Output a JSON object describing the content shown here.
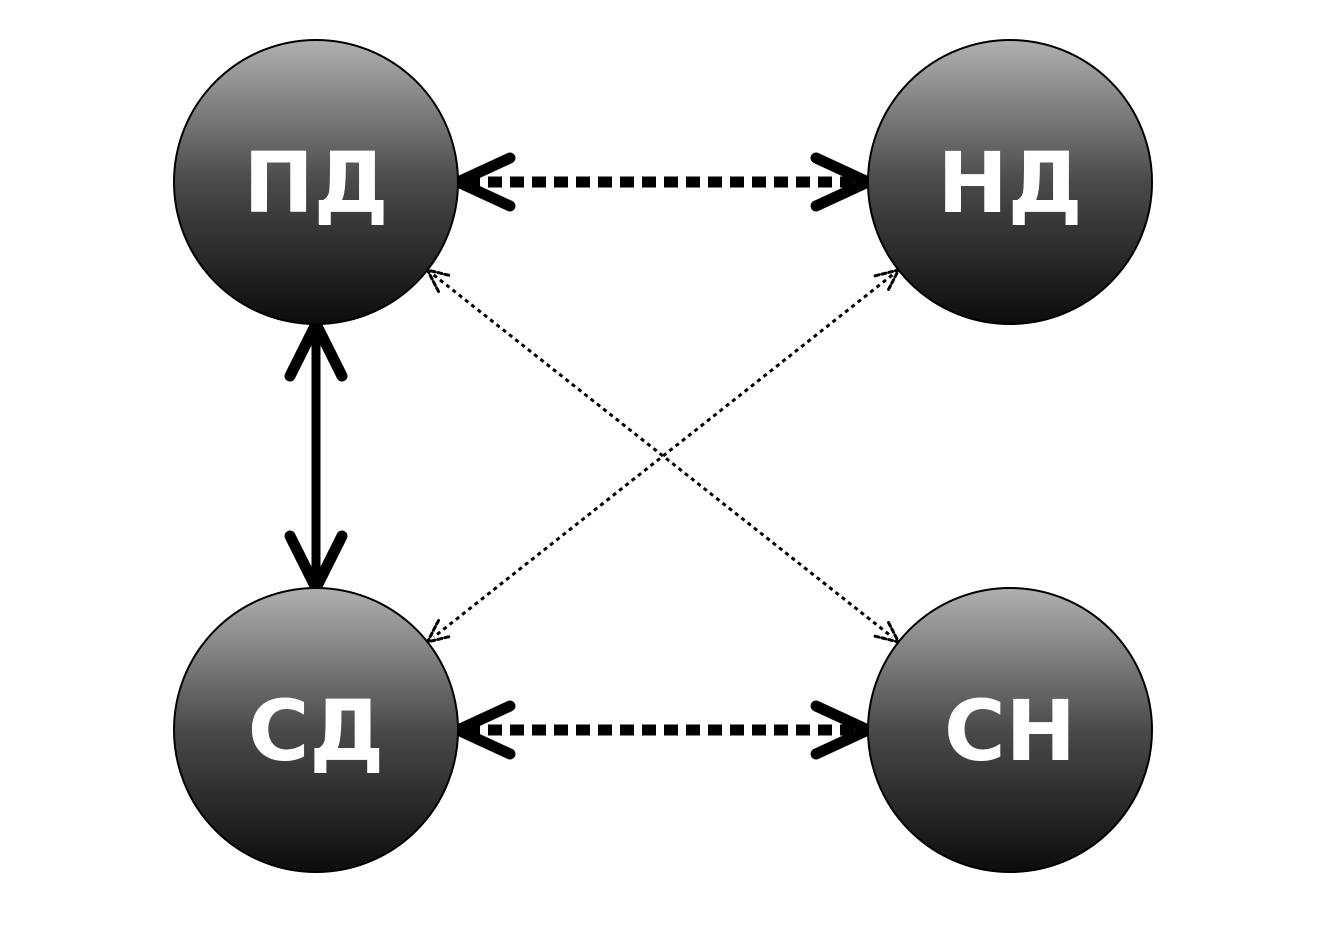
{
  "diagram": {
    "nodes": [
      {
        "id": "pd",
        "label": "ПД"
      },
      {
        "id": "nd",
        "label": "НД"
      },
      {
        "id": "sd",
        "label": "СД"
      },
      {
        "id": "sn",
        "label": "СН"
      }
    ],
    "edges": [
      {
        "from": "pd",
        "to": "nd",
        "style": "thick-dotted",
        "direction": "both"
      },
      {
        "from": "sd",
        "to": "sn",
        "style": "thick-dotted",
        "direction": "both"
      },
      {
        "from": "pd",
        "to": "sd",
        "style": "solid",
        "direction": "both"
      },
      {
        "from": "pd",
        "to": "sn",
        "style": "thin-dotted",
        "direction": "both"
      },
      {
        "from": "nd",
        "to": "sd",
        "style": "thin-dotted",
        "direction": "both"
      }
    ],
    "colors": {
      "node_top": "#b0b0b0",
      "node_bottom": "#0c0c0c",
      "edge": "#000000",
      "label": "#ffffff"
    }
  }
}
